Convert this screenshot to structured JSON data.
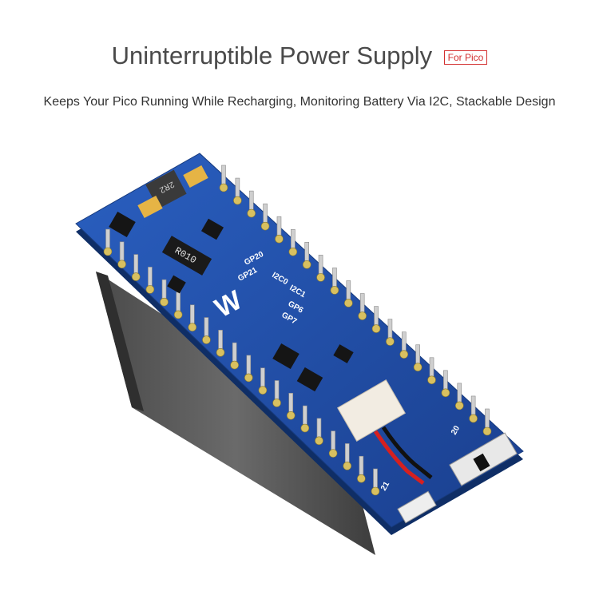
{
  "header": {
    "title": "Uninterruptible Power Supply",
    "badge": "For Pico",
    "subtitle": "Keeps Your Pico Running While Recharging, Monitoring Battery Via I2C, Stackable Design"
  },
  "board": {
    "silkscreen": [
      "GP20",
      "GP21",
      "I2C0",
      "I2C1",
      "GP6",
      "GP7",
      "20",
      "21"
    ],
    "inductor_marking": "2R2",
    "resistor_marking": "R010",
    "colors": {
      "pcb": "#1f4fa8",
      "header_housing": "#555555",
      "pins": "#c8c8c8"
    }
  }
}
